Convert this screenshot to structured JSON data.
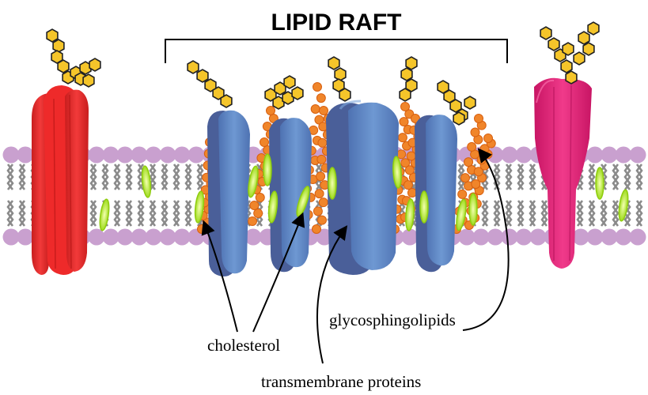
{
  "title": "LIPID RAFT",
  "labels": {
    "cholesterol": "cholesterol",
    "transmembrane_proteins": "transmembrane proteins",
    "glycosphingolipids": "glycosphingolipids"
  },
  "colors": {
    "lipid_head": "#c9a0cf",
    "lipid_tail": "#8a8a8a",
    "outer_protein": "#ef2a2a",
    "outer_protein_right": "#e8267a",
    "raft_protein": "#5a84c0",
    "raft_protein_dark": "#4a5f99",
    "glycolipid": "#f0852a",
    "sugar": "#f5c52a",
    "cholesterol": "#b8ec3a"
  }
}
